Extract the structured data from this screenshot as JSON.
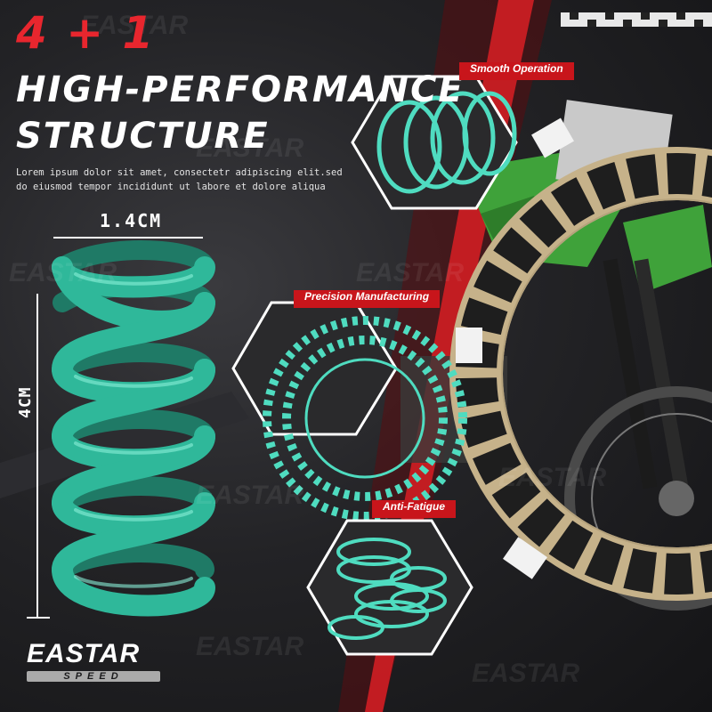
{
  "title": {
    "number": "4 + 1",
    "line1": "HIGH-PERFORMANCE",
    "line2": "STRUCTURE"
  },
  "description": {
    "line1": "Lorem ipsum dolor sit amet, consectetr adipiscing elit.sed",
    "line2": "do eiusmod tempor incididunt ut labore et dolore aliqua"
  },
  "dimensions": {
    "width": "1.4CM",
    "height": "4CM"
  },
  "features": [
    {
      "label": "Smooth Operation",
      "icon": "spring-coil-icon"
    },
    {
      "label": "Precision Manufacturing",
      "icon": "clutch-plate-icon"
    },
    {
      "label": "Anti-Fatigue",
      "icon": "spring-stack-icon"
    }
  ],
  "brand": {
    "name": "EASTAR",
    "sub": "SPEED",
    "watermark": "EASTAR"
  },
  "colors": {
    "accent_red": "#c8151b",
    "spring_teal": "#2fb89a",
    "line_teal": "#4fdcc0",
    "bike_green": "#3fa23a"
  }
}
